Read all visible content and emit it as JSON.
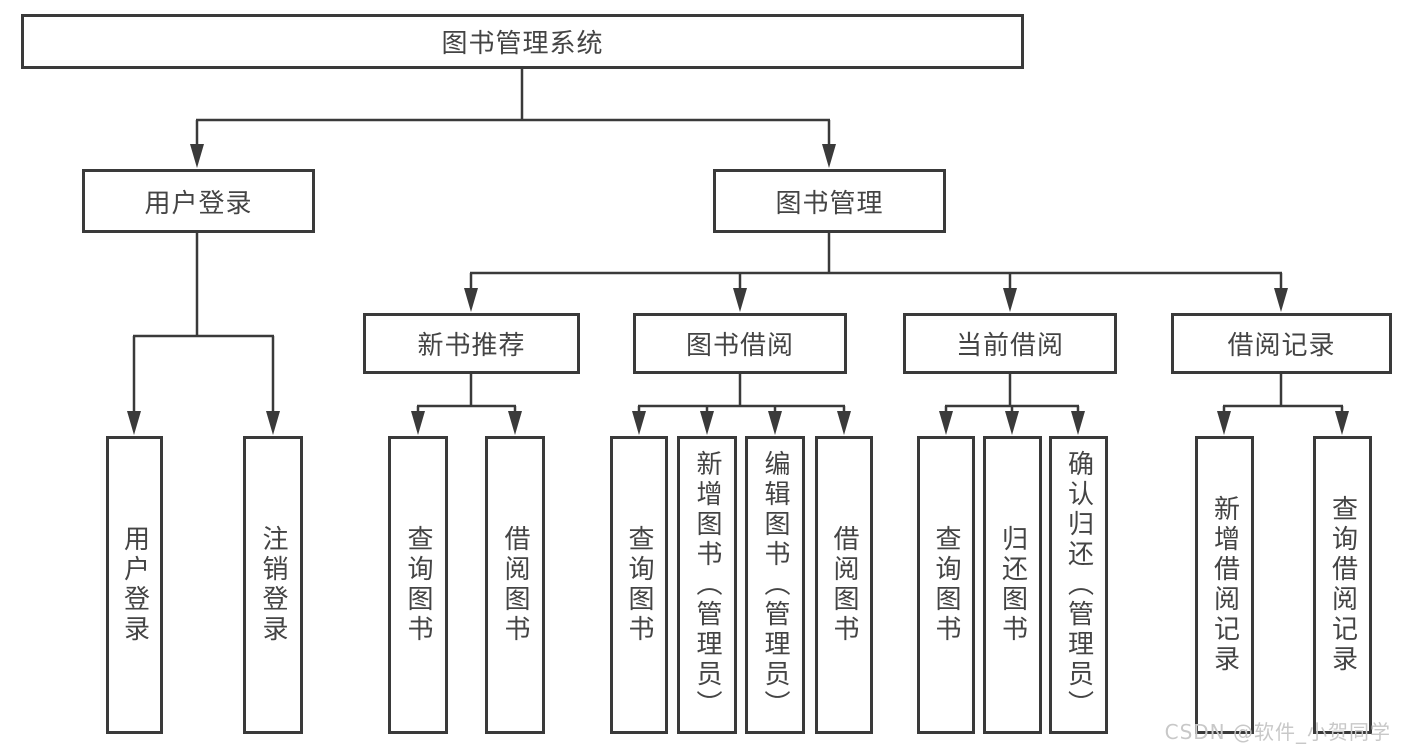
{
  "diagram": {
    "root": {
      "label": "图书管理系统",
      "children": [
        {
          "label": "用户登录",
          "children": [
            {
              "label": "用户登录"
            },
            {
              "label": "注销登录"
            }
          ]
        },
        {
          "label": "图书管理",
          "children": [
            {
              "label": "新书推荐",
              "children": [
                {
                  "label": "查询图书"
                },
                {
                  "label": "借阅图书"
                }
              ]
            },
            {
              "label": "图书借阅",
              "children": [
                {
                  "label": "查询图书"
                },
                {
                  "label": "新增图书（管理员）"
                },
                {
                  "label": "编辑图书（管理员）"
                },
                {
                  "label": "借阅图书"
                }
              ]
            },
            {
              "label": "当前借阅",
              "children": [
                {
                  "label": "查询图书"
                },
                {
                  "label": "归还图书"
                },
                {
                  "label": "确认归还（管理员）"
                }
              ]
            },
            {
              "label": "借阅记录",
              "children": [
                {
                  "label": "新增借阅记录"
                },
                {
                  "label": "查询借阅记录"
                }
              ]
            }
          ]
        }
      ]
    },
    "watermark": "CSDN @软件_小贺同学",
    "colors": {
      "line": "#3a3a3a",
      "box_border": "#3a3a3a",
      "text": "#444444",
      "watermark": "#c8c8c8",
      "background": "#ffffff"
    }
  }
}
